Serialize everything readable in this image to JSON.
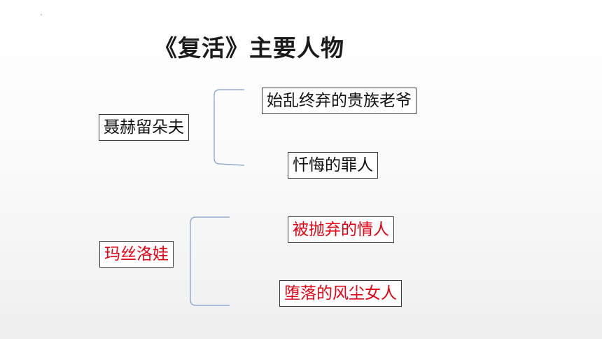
{
  "title": "《复活》主要人物",
  "characters": [
    {
      "name": "聂赫留朵夫",
      "color": "#111111",
      "traits": [
        "始乱终弃的贵族老爷",
        "忏悔的罪人"
      ],
      "trait_color": "#111111"
    },
    {
      "name": "玛丝洛娃",
      "color": "#e60012",
      "traits": [
        "被抛弃的情人",
        "堕落的风尘女人"
      ],
      "trait_color": "#e60012"
    }
  ],
  "bracket_color": "#7f9fd0"
}
